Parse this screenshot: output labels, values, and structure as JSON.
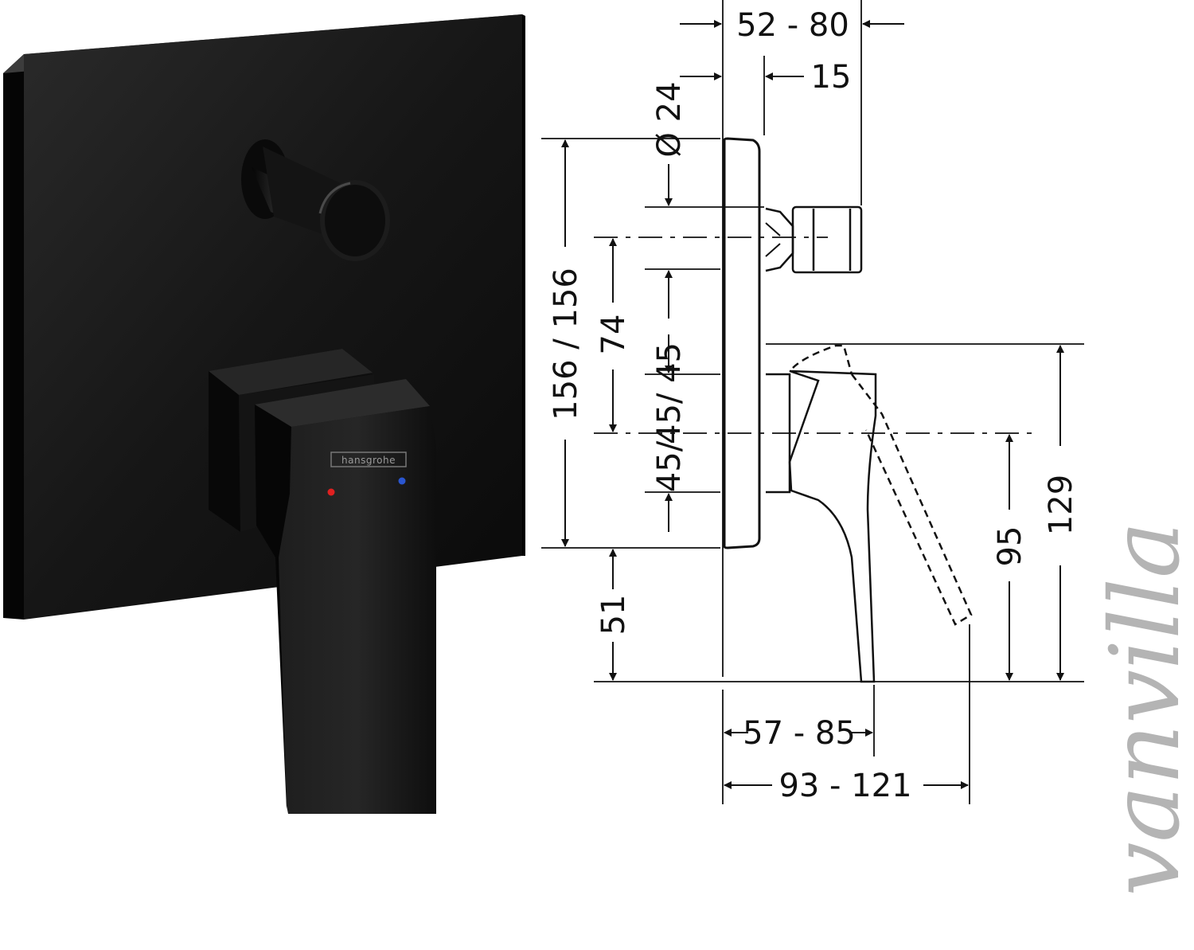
{
  "product_photo": {
    "brand_label": "hansgrohe",
    "hot_dot_color": "#e02020",
    "cold_dot_color": "#2a56d0",
    "finish_color": "#111111"
  },
  "dimensions": {
    "d52_80": "52 - 80",
    "d15": "15",
    "d24": "Ø 24",
    "d156": "156 / 156",
    "d74": "74",
    "d45a": "45/ 45",
    "d45b": "45/",
    "d51": "51",
    "d95": "95",
    "d129": "129",
    "d57_85": "57 - 85",
    "d93_121": "93 - 121"
  },
  "watermark": "vanvilla"
}
